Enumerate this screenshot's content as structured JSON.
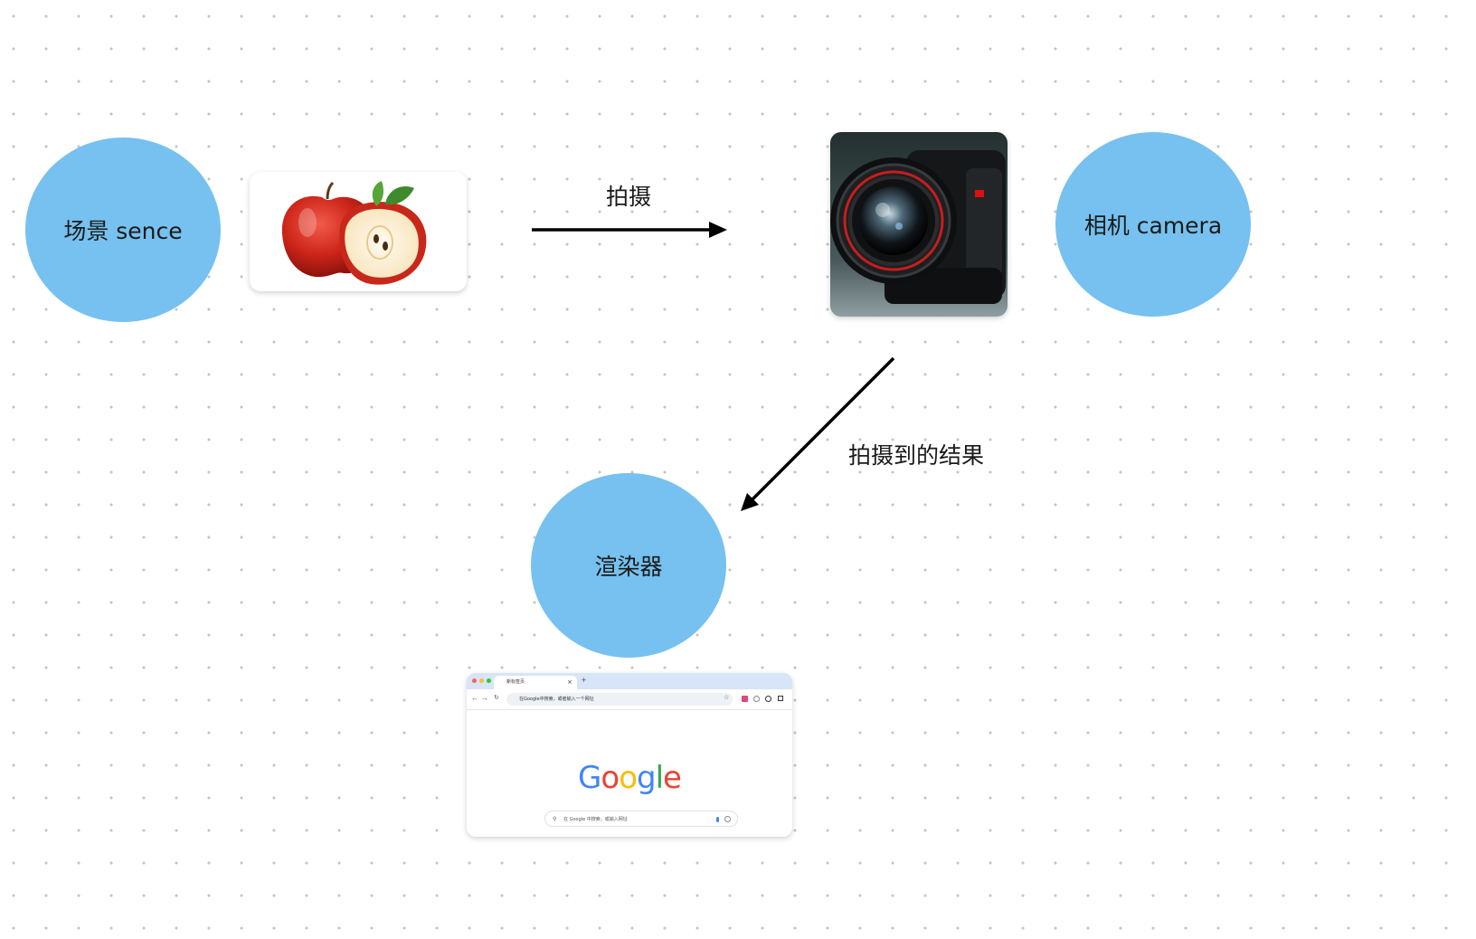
{
  "nodes": {
    "scene": "场景 sence",
    "camera": "相机 camera",
    "renderer": "渲染器"
  },
  "edges": {
    "shoot": "拍摄",
    "result": "拍摄到的结果"
  },
  "browser": {
    "tab_title": "新标签页",
    "tab_close": "×",
    "tab_new": "+",
    "omnibox_placeholder": "在Google中搜索，或者输入一个网址",
    "logo_letters": [
      "G",
      "o",
      "o",
      "g",
      "l",
      "e"
    ],
    "search_placeholder": "在 Google 中搜索，或输入网址"
  },
  "colors": {
    "node_fill": "#76c1ef",
    "google_blue": "#4285f4",
    "google_red": "#ea4335",
    "google_yellow": "#fbbc05",
    "google_green": "#34a853"
  }
}
